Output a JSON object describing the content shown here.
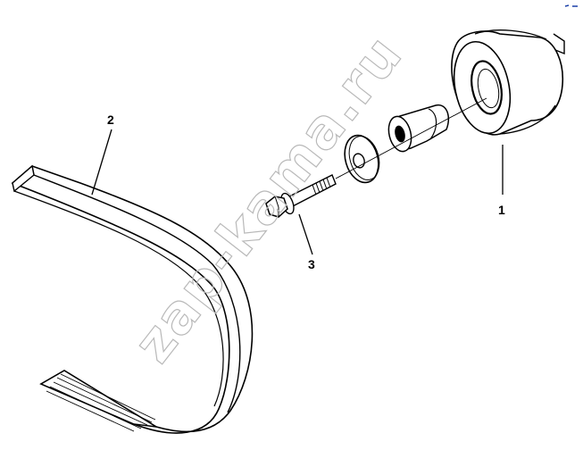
{
  "diagram": {
    "callouts": [
      {
        "id": "1",
        "label": "1"
      },
      {
        "id": "2",
        "label": "2"
      },
      {
        "id": "3",
        "label": "3"
      }
    ],
    "watermark": "zap-kama.ru",
    "colors": {
      "ink": "#000000",
      "paper": "#ffffff",
      "watermark": "#b9b9b9",
      "mark": "#1a3fa8"
    }
  }
}
